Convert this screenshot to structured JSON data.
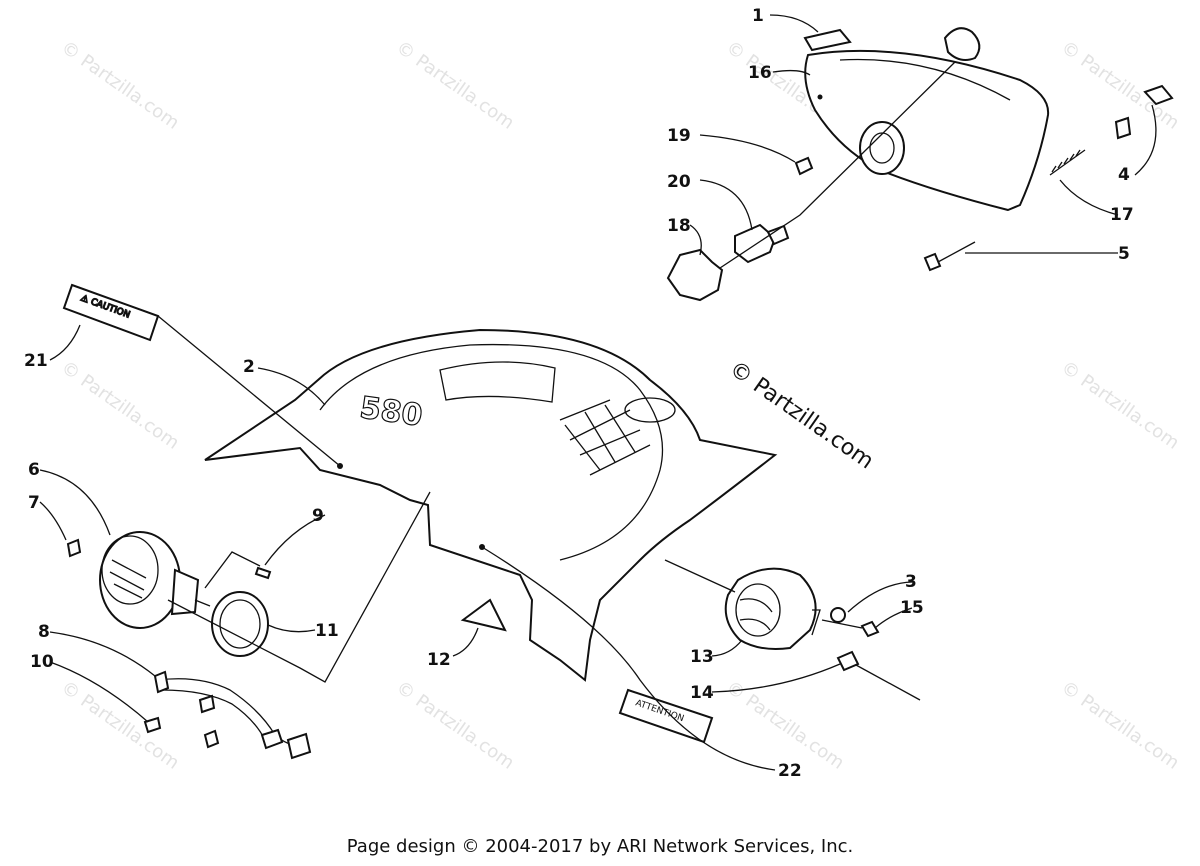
{
  "diagram": {
    "watermark_text": "© Partzilla.com",
    "center_watermark": "© Partzilla.com",
    "callouts": [
      "1",
      "2",
      "3",
      "4",
      "5",
      "6",
      "7",
      "8",
      "9",
      "10",
      "11",
      "12",
      "13",
      "14",
      "15",
      "16",
      "17",
      "18",
      "19",
      "20",
      "21",
      "22"
    ],
    "labels": {
      "caution_decal": "⚠ CAUTION",
      "attention_decal": "ATTENTION",
      "hood_badge": "580"
    }
  },
  "footer": {
    "text": "Page design © 2004-2017 by ARI Network Services, Inc."
  }
}
